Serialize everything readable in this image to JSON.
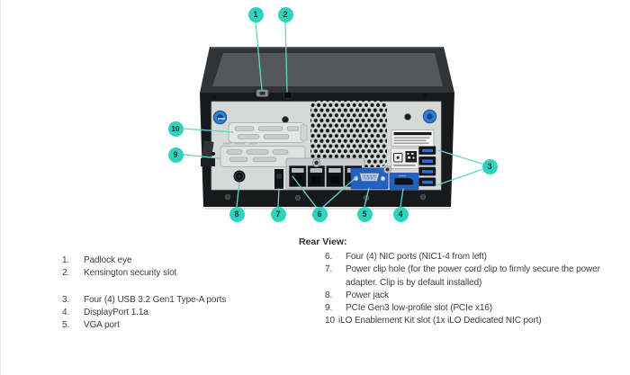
{
  "figure": {
    "title": "Server rear view callout diagram",
    "callouts": [
      {
        "label": "1"
      },
      {
        "label": "2"
      },
      {
        "label": "3"
      },
      {
        "label": "4"
      },
      {
        "label": "5"
      },
      {
        "label": "6"
      },
      {
        "label": "7"
      },
      {
        "label": "8"
      },
      {
        "label": "9"
      },
      {
        "label": "10"
      }
    ]
  },
  "colors": {
    "callout_circle": "#2ed3c0",
    "callout_line": "#5fd8c8",
    "port_blue": "#2161c4",
    "panel_gray": "#d7d9d9"
  },
  "legend": {
    "heading": "Rear View:",
    "left_items": [
      {
        "num": "1.",
        "text": "Padlock eye"
      },
      {
        "num": "2.",
        "text": "Kensington security slot"
      },
      {
        "num": "3.",
        "text": "Four (4) USB 3.2 Gen1 Type-A ports"
      },
      {
        "num": "4.",
        "text": "DisplayPort 1.1a"
      },
      {
        "num": "5.",
        "text": "VGA port"
      }
    ],
    "right_items": [
      {
        "num": "6.",
        "text": "Four (4) NIC ports (NIC1-4 from left)"
      },
      {
        "num": "7.",
        "text": "Power clip hole (for the power cord clip to firmly secure the power adapter. Clip is by default installed)"
      },
      {
        "num": "8.",
        "text": "Power jack"
      },
      {
        "num": "9.",
        "text": "PCIe Gen3 low-profile slot (PCIe x16)"
      },
      {
        "num": "10",
        "text": "iLO Enablement Kit slot (1x iLO Dedicated NIC port)"
      }
    ]
  }
}
